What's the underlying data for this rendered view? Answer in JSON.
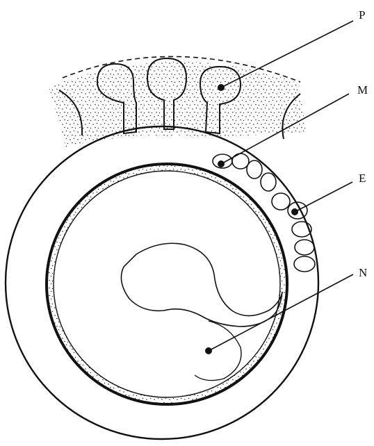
{
  "labels": {
    "p": "P",
    "m": "M",
    "e": "E",
    "n": "N"
  },
  "colors": {
    "ink": "#111111",
    "paper": "#ffffff"
  }
}
